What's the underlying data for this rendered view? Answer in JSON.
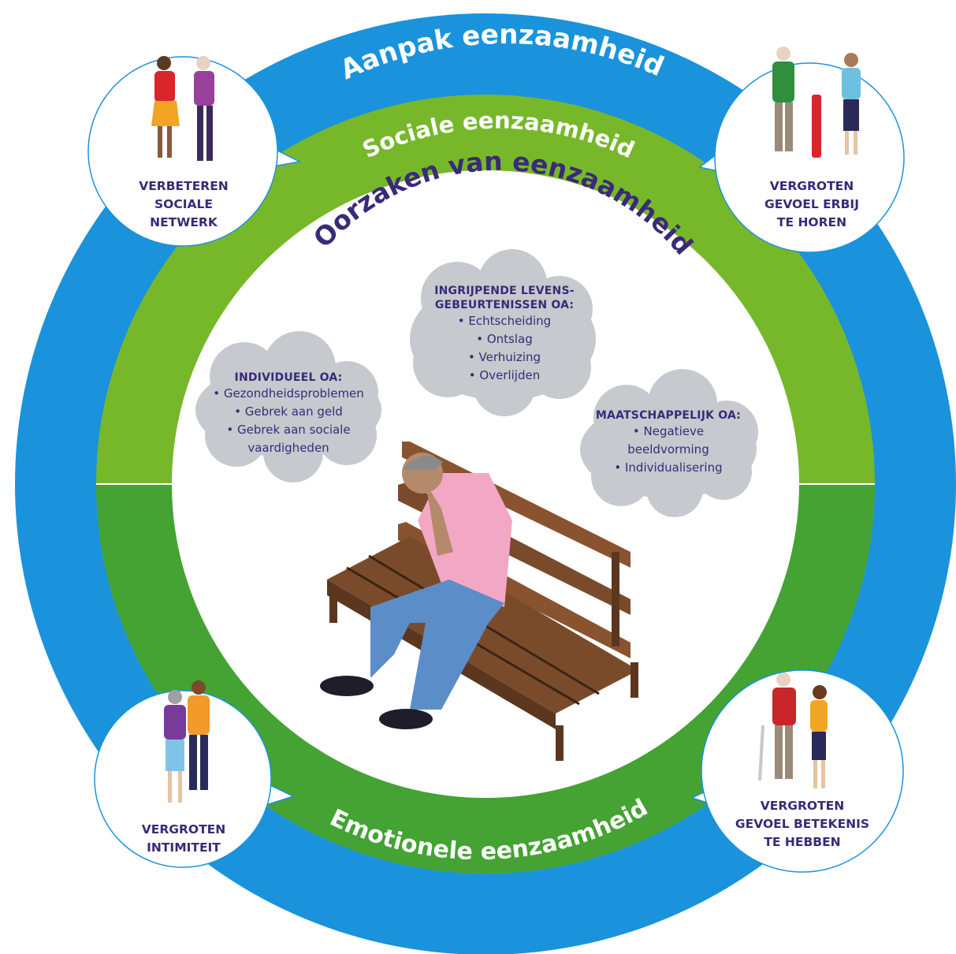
{
  "rings": {
    "outer_title": "Aanpak eenzaamheid",
    "green_top_title": "Sociale eenzaamheid",
    "green_bottom_title": "Emotionele eenzaamheid",
    "inner_title": "Oorzaken van eenzaamheid"
  },
  "colors": {
    "outer_ring": "#1a93dc",
    "green_top": "#77b82a",
    "green_bottom": "#44a333",
    "accent_text": "#3a2a78",
    "cloud": "#c6c9ce",
    "bench": "#7a4b2a"
  },
  "causes": {
    "individual": {
      "heading": "INDIVIDUEEL OA:",
      "items": [
        "• Gezondheidsproblemen",
        "• Gebrek aan geld",
        "• Gebrek aan sociale",
        "vaardigheden"
      ]
    },
    "life_events": {
      "heading_1": "INGRIJPENDE LEVENS-",
      "heading_2": "GEBEURTENISSEN OA:",
      "items": [
        "• Echtscheiding",
        "• Ontslag",
        "• Verhuizing",
        "• Overlijden"
      ]
    },
    "societal": {
      "heading": "MAATSCHAPPELIJK OA:",
      "items": [
        "• Negatieve",
        "beeldvorming",
        "• Individualisering"
      ]
    }
  },
  "approaches": {
    "top_left": [
      "VERBETEREN",
      "SOCIALE",
      "NETWERK"
    ],
    "top_right": [
      "VERGROTEN",
      "GEVOEL ERBIJ",
      "TE HOREN"
    ],
    "bottom_left": [
      "VERGROTEN",
      "INTIMITEIT"
    ],
    "bottom_right": [
      "VERGROTEN",
      "GEVOEL BETEKENIS",
      "TE HEBBEN"
    ]
  },
  "icons": [
    "people-talking-icon",
    "elderly-with-walker-icon",
    "couple-icon",
    "elderly-with-cane-icon",
    "man-on-bench-icon"
  ]
}
